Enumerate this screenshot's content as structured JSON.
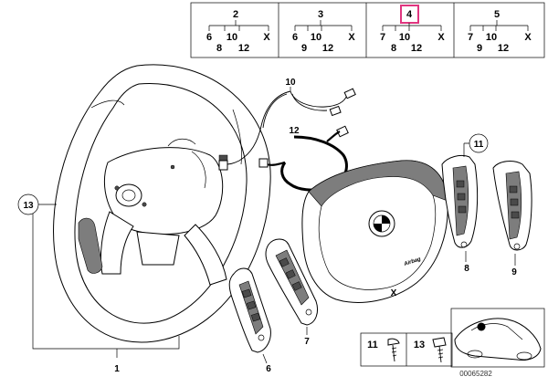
{
  "variants": [
    {
      "number": "2",
      "sub": [
        "6",
        "8",
        "10",
        "12"
      ],
      "x": "X",
      "highlighted": false
    },
    {
      "number": "3",
      "sub": [
        "6",
        "9",
        "10",
        "12"
      ],
      "x": "X",
      "highlighted": false
    },
    {
      "number": "4",
      "sub": [
        "7",
        "8",
        "10",
        "12"
      ],
      "x": "X",
      "highlighted": true
    },
    {
      "number": "5",
      "sub": [
        "7",
        "9",
        "10",
        "12"
      ],
      "x": "X",
      "highlighted": false
    }
  ],
  "highlight_color": "#e0357f",
  "callouts": {
    "wheel": "1",
    "cluster_left_a": "6",
    "cluster_left_b": "7",
    "cluster_right_a": "8",
    "cluster_right_b": "9",
    "harness_a": "10",
    "harness_b": "12",
    "airbag": "X",
    "switch_group": "11",
    "wheel_ring": "13"
  },
  "emblem_text": "Airbag",
  "fasteners": {
    "screw_label": "11",
    "bolt_label": "13"
  },
  "doc_number": "00065282"
}
